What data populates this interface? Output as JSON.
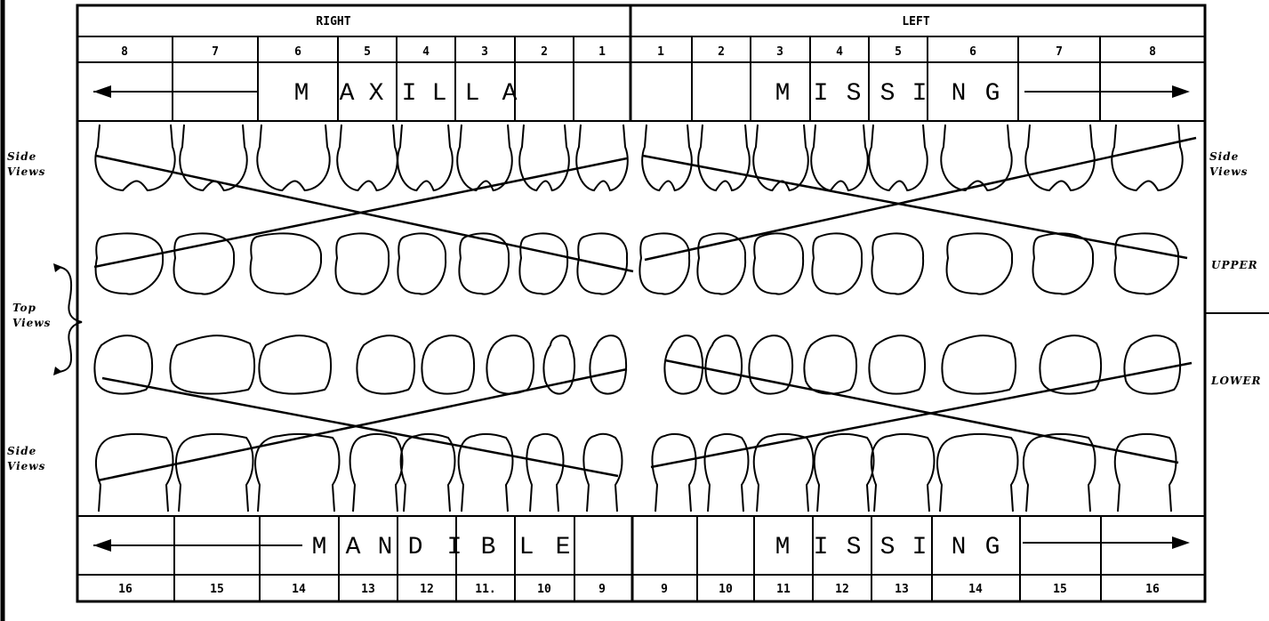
{
  "header": {
    "right": "RIGHT",
    "left": "LEFT"
  },
  "top_numbers_right": [
    "8",
    "7",
    "6",
    "5",
    "4",
    "3",
    "2",
    "1"
  ],
  "top_numbers_left": [
    "1",
    "2",
    "3",
    "4",
    "5",
    "6",
    "7",
    "8"
  ],
  "bottom_numbers_right": [
    "16",
    "15",
    "14",
    "13",
    "12",
    "11.",
    "10",
    "9"
  ],
  "bottom_numbers_left": [
    "9",
    "10",
    "11",
    "12",
    "13",
    "14",
    "15",
    "16"
  ],
  "maxilla_label": [
    "M",
    "A",
    "X",
    "I",
    "L",
    "L",
    "A"
  ],
  "mandible_label": [
    "M",
    "A",
    "N",
    "D",
    "I",
    "B",
    "L",
    "E"
  ],
  "missing_top": [
    "M",
    "I",
    "S",
    "S",
    "I",
    "N",
    "G"
  ],
  "missing_bottom": [
    "M",
    "I",
    "S",
    "S",
    "I",
    "N",
    "G"
  ],
  "side_labels": {
    "side_views_upper_left": [
      "Side",
      "Views"
    ],
    "side_views_upper_right": [
      "Side",
      "Views"
    ],
    "top_views": [
      "Top",
      "Views"
    ],
    "side_views_lower_left": [
      "Side",
      "Views"
    ],
    "upper": "UPPER",
    "lower": "LOWER"
  }
}
